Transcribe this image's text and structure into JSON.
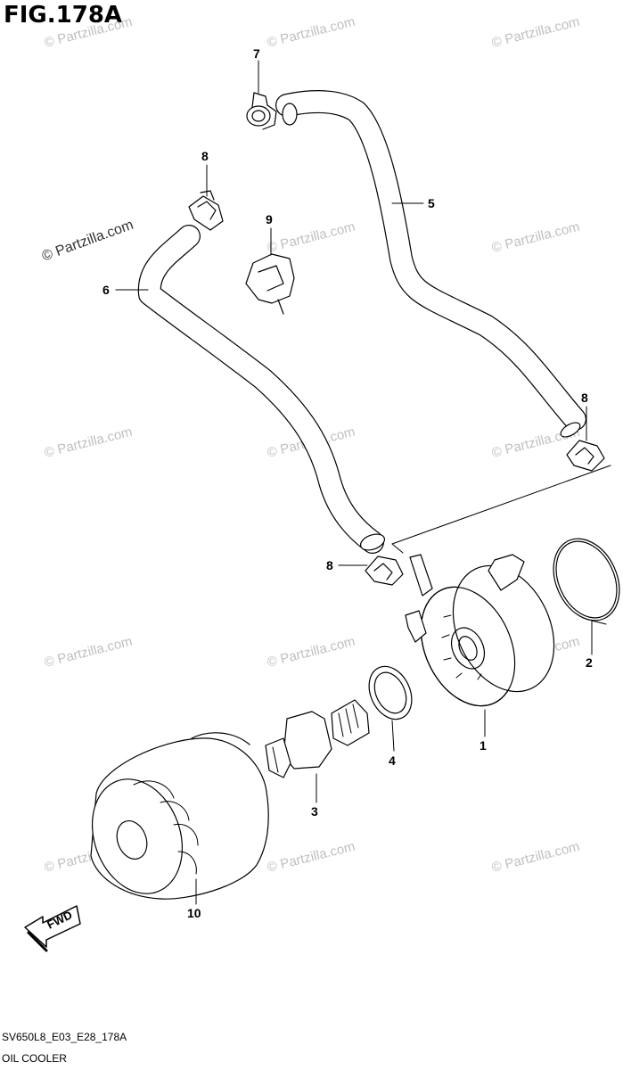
{
  "figure": {
    "title": "FIG.178A"
  },
  "callouts": [
    "1",
    "2",
    "3",
    "4",
    "5",
    "6",
    "7",
    "8",
    "8",
    "8",
    "9",
    "10"
  ],
  "watermark": "© Partzilla.com",
  "fwd_label": "FWD",
  "footer": {
    "code": "SV650L8_E03_E28_178A",
    "name": "OIL COOLER"
  }
}
